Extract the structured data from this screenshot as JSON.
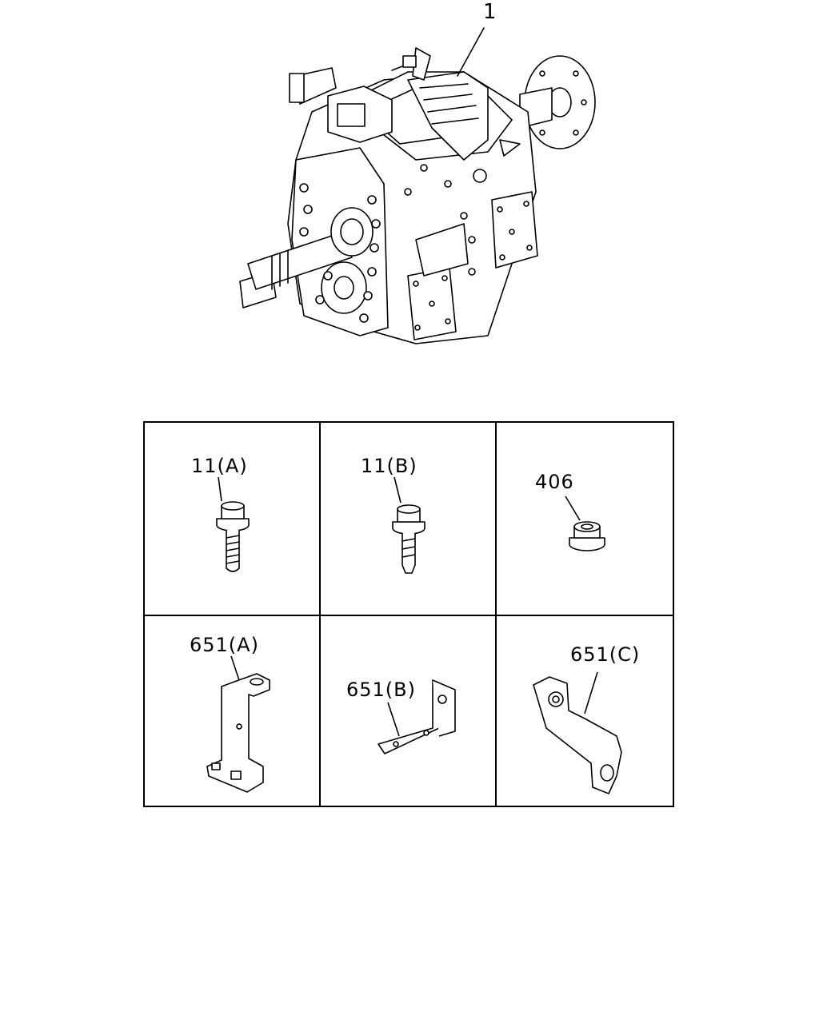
{
  "assembly": {
    "callout": "1",
    "icon": "transmission-assembly-icon"
  },
  "parts": [
    {
      "label": "11(A)",
      "icon": "flange-bolt-icon"
    },
    {
      "label": "11(B)",
      "icon": "flange-bolt-icon"
    },
    {
      "label": "406",
      "icon": "flange-nut-icon"
    },
    {
      "label": "651(A)",
      "icon": "bracket-icon"
    },
    {
      "label": "651(B)",
      "icon": "bracket-icon"
    },
    {
      "label": "651(C)",
      "icon": "bracket-icon"
    }
  ]
}
